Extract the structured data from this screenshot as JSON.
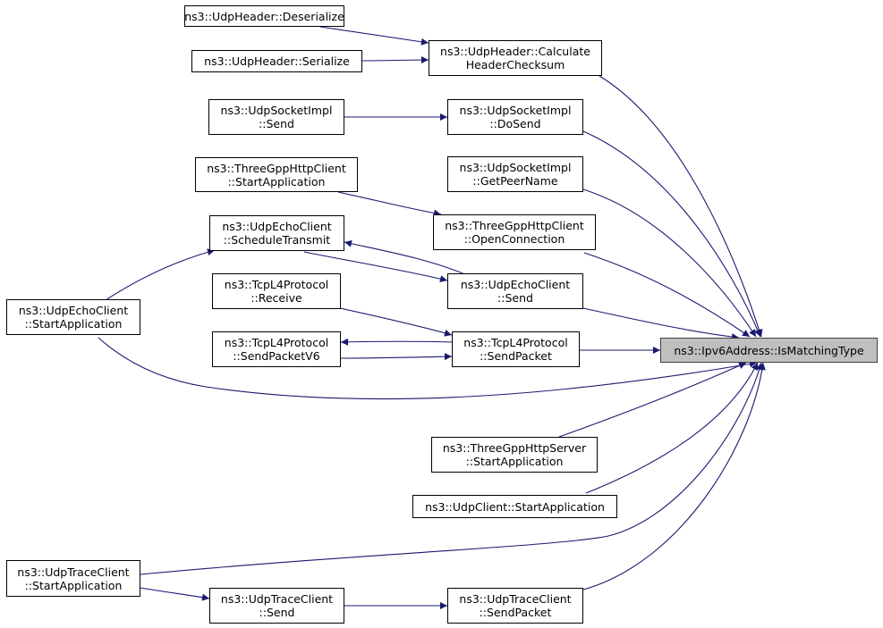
{
  "diagram": {
    "colors": {
      "edge": "#191970",
      "node_border": "#000000",
      "target_fill": "#bfbfbf",
      "node_fill": "#ffffff"
    },
    "nodes": {
      "is_matching_type": {
        "lines": [
          "ns3::Ipv6Address::IsMatchingType"
        ]
      },
      "udp_header_deserialize": {
        "lines": [
          "ns3::UdpHeader::Deserialize"
        ]
      },
      "udp_header_serialize": {
        "lines": [
          "ns3::UdpHeader::Serialize"
        ]
      },
      "udp_header_calculate_checksum": {
        "lines": [
          "ns3::UdpHeader::Calculate",
          "HeaderChecksum"
        ]
      },
      "udp_socket_impl_send": {
        "lines": [
          "ns3::UdpSocketImpl",
          "::Send"
        ]
      },
      "udp_socket_impl_dosend": {
        "lines": [
          "ns3::UdpSocketImpl",
          "::DoSend"
        ]
      },
      "udp_socket_impl_getpeername": {
        "lines": [
          "ns3::UdpSocketImpl",
          "::GetPeerName"
        ]
      },
      "threegpp_http_client_start": {
        "lines": [
          "ns3::ThreeGppHttpClient",
          "::StartApplication"
        ]
      },
      "threegpp_http_client_open": {
        "lines": [
          "ns3::ThreeGppHttpClient",
          "::OpenConnection"
        ]
      },
      "udp_echo_client_schedule": {
        "lines": [
          "ns3::UdpEchoClient",
          "::ScheduleTransmit"
        ]
      },
      "udp_echo_client_send": {
        "lines": [
          "ns3::UdpEchoClient",
          "::Send"
        ]
      },
      "udp_echo_client_start": {
        "lines": [
          "ns3::UdpEchoClient",
          "::StartApplication"
        ]
      },
      "tcp_l4_receive": {
        "lines": [
          "ns3::TcpL4Protocol",
          "::Receive"
        ]
      },
      "tcp_l4_sendpacketv6": {
        "lines": [
          "ns3::TcpL4Protocol",
          "::SendPacketV6"
        ]
      },
      "tcp_l4_sendpacket": {
        "lines": [
          "ns3::TcpL4Protocol",
          "::SendPacket"
        ]
      },
      "threegpp_http_server_start": {
        "lines": [
          "ns3::ThreeGppHttpServer",
          "::StartApplication"
        ]
      },
      "udp_client_start": {
        "lines": [
          "ns3::UdpClient::StartApplication"
        ]
      },
      "udp_trace_client_start": {
        "lines": [
          "ns3::UdpTraceClient",
          "::StartApplication"
        ]
      },
      "udp_trace_client_send": {
        "lines": [
          "ns3::UdpTraceClient",
          "::Send"
        ]
      },
      "udp_trace_client_sendpacket": {
        "lines": [
          "ns3::UdpTraceClient",
          "::SendPacket"
        ]
      }
    },
    "edges": [
      {
        "from": "udp_header_deserialize",
        "to": "udp_header_calculate_checksum"
      },
      {
        "from": "udp_header_serialize",
        "to": "udp_header_calculate_checksum"
      },
      {
        "from": "udp_socket_impl_send",
        "to": "udp_socket_impl_dosend"
      },
      {
        "from": "threegpp_http_client_start",
        "to": "threegpp_http_client_open"
      },
      {
        "from": "udp_echo_client_start",
        "to": "udp_echo_client_schedule"
      },
      {
        "from": "udp_echo_client_schedule",
        "to": "udp_echo_client_send"
      },
      {
        "from": "udp_echo_client_send",
        "to": "udp_echo_client_schedule"
      },
      {
        "from": "tcp_l4_receive",
        "to": "tcp_l4_sendpacket"
      },
      {
        "from": "tcp_l4_sendpacketv6",
        "to": "tcp_l4_sendpacket"
      },
      {
        "from": "tcp_l4_sendpacket",
        "to": "tcp_l4_sendpacketv6"
      },
      {
        "from": "udp_trace_client_start",
        "to": "udp_trace_client_send"
      },
      {
        "from": "udp_trace_client_send",
        "to": "udp_trace_client_sendpacket"
      },
      {
        "from": "udp_header_calculate_checksum",
        "to": "is_matching_type"
      },
      {
        "from": "udp_socket_impl_dosend",
        "to": "is_matching_type"
      },
      {
        "from": "udp_socket_impl_getpeername",
        "to": "is_matching_type"
      },
      {
        "from": "threegpp_http_client_open",
        "to": "is_matching_type"
      },
      {
        "from": "udp_echo_client_send",
        "to": "is_matching_type"
      },
      {
        "from": "tcp_l4_sendpacket",
        "to": "is_matching_type"
      },
      {
        "from": "udp_echo_client_start",
        "to": "is_matching_type"
      },
      {
        "from": "threegpp_http_server_start",
        "to": "is_matching_type"
      },
      {
        "from": "udp_client_start",
        "to": "is_matching_type"
      },
      {
        "from": "udp_trace_client_start",
        "to": "is_matching_type"
      },
      {
        "from": "udp_trace_client_sendpacket",
        "to": "is_matching_type"
      }
    ]
  }
}
